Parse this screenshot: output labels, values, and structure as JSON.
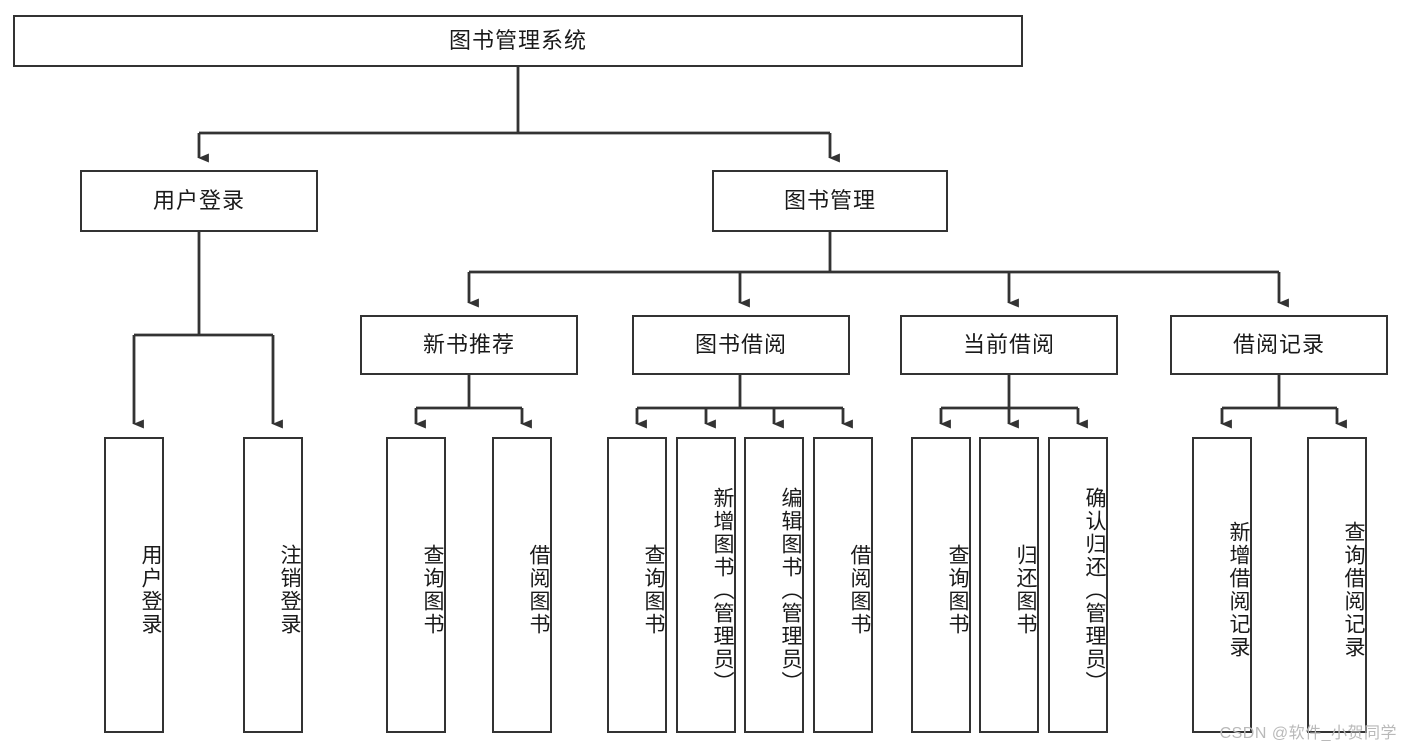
{
  "diagram": {
    "type": "tree-hierarchy-chart",
    "title": "图书管理系统",
    "watermark": "CSDN @软件_小贺同学",
    "colors": {
      "box_border": "#333333",
      "box_fill": "#ffffff",
      "connector": "#333333",
      "text": "#1a1a1a",
      "watermark": "#b9b9b9",
      "background": "#ffffff"
    },
    "nodes": {
      "root": {
        "label": "图书管理系统",
        "level": 0,
        "orientation": "horizontal"
      },
      "level1": [
        {
          "id": "user-login",
          "label": "用户登录",
          "orientation": "horizontal"
        },
        {
          "id": "book-manage",
          "label": "图书管理",
          "orientation": "horizontal"
        }
      ],
      "level2": [
        {
          "id": "new-book-rec",
          "label": "新书推荐",
          "orientation": "horizontal"
        },
        {
          "id": "book-borrow",
          "label": "图书借阅",
          "orientation": "horizontal"
        },
        {
          "id": "current-borrow",
          "label": "当前借阅",
          "orientation": "horizontal"
        },
        {
          "id": "borrow-record",
          "label": "借阅记录",
          "orientation": "horizontal"
        }
      ],
      "leaves": [
        {
          "id": "leaf-user-login",
          "label": "用户登录",
          "parent": "user-login",
          "orientation": "vertical"
        },
        {
          "id": "leaf-logout-login",
          "label": "注销登录",
          "parent": "user-login",
          "orientation": "vertical"
        },
        {
          "id": "leaf-query-book-1",
          "label": "查询图书",
          "parent": "new-book-rec",
          "orientation": "vertical"
        },
        {
          "id": "leaf-borrow-book-1",
          "label": "借阅图书",
          "parent": "new-book-rec",
          "orientation": "vertical"
        },
        {
          "id": "leaf-query-book-2",
          "label": "查询图书",
          "parent": "book-borrow",
          "orientation": "vertical"
        },
        {
          "id": "leaf-add-book",
          "label": "新增图书（管理员）",
          "parent": "book-borrow",
          "orientation": "vertical"
        },
        {
          "id": "leaf-edit-book",
          "label": "编辑图书（管理员）",
          "parent": "book-borrow",
          "orientation": "vertical"
        },
        {
          "id": "leaf-borrow-book-2",
          "label": "借阅图书",
          "parent": "book-borrow",
          "orientation": "vertical"
        },
        {
          "id": "leaf-query-book-3",
          "label": "查询图书",
          "parent": "current-borrow",
          "orientation": "vertical"
        },
        {
          "id": "leaf-return-book",
          "label": "归还图书",
          "parent": "current-borrow",
          "orientation": "vertical"
        },
        {
          "id": "leaf-confirm-return",
          "label": "确认归还（管理员）",
          "parent": "current-borrow",
          "orientation": "vertical"
        },
        {
          "id": "leaf-add-record",
          "label": "新增借阅记录",
          "parent": "borrow-record",
          "orientation": "vertical"
        },
        {
          "id": "leaf-query-record",
          "label": "查询借阅记录",
          "parent": "borrow-record",
          "orientation": "vertical"
        }
      ]
    }
  }
}
